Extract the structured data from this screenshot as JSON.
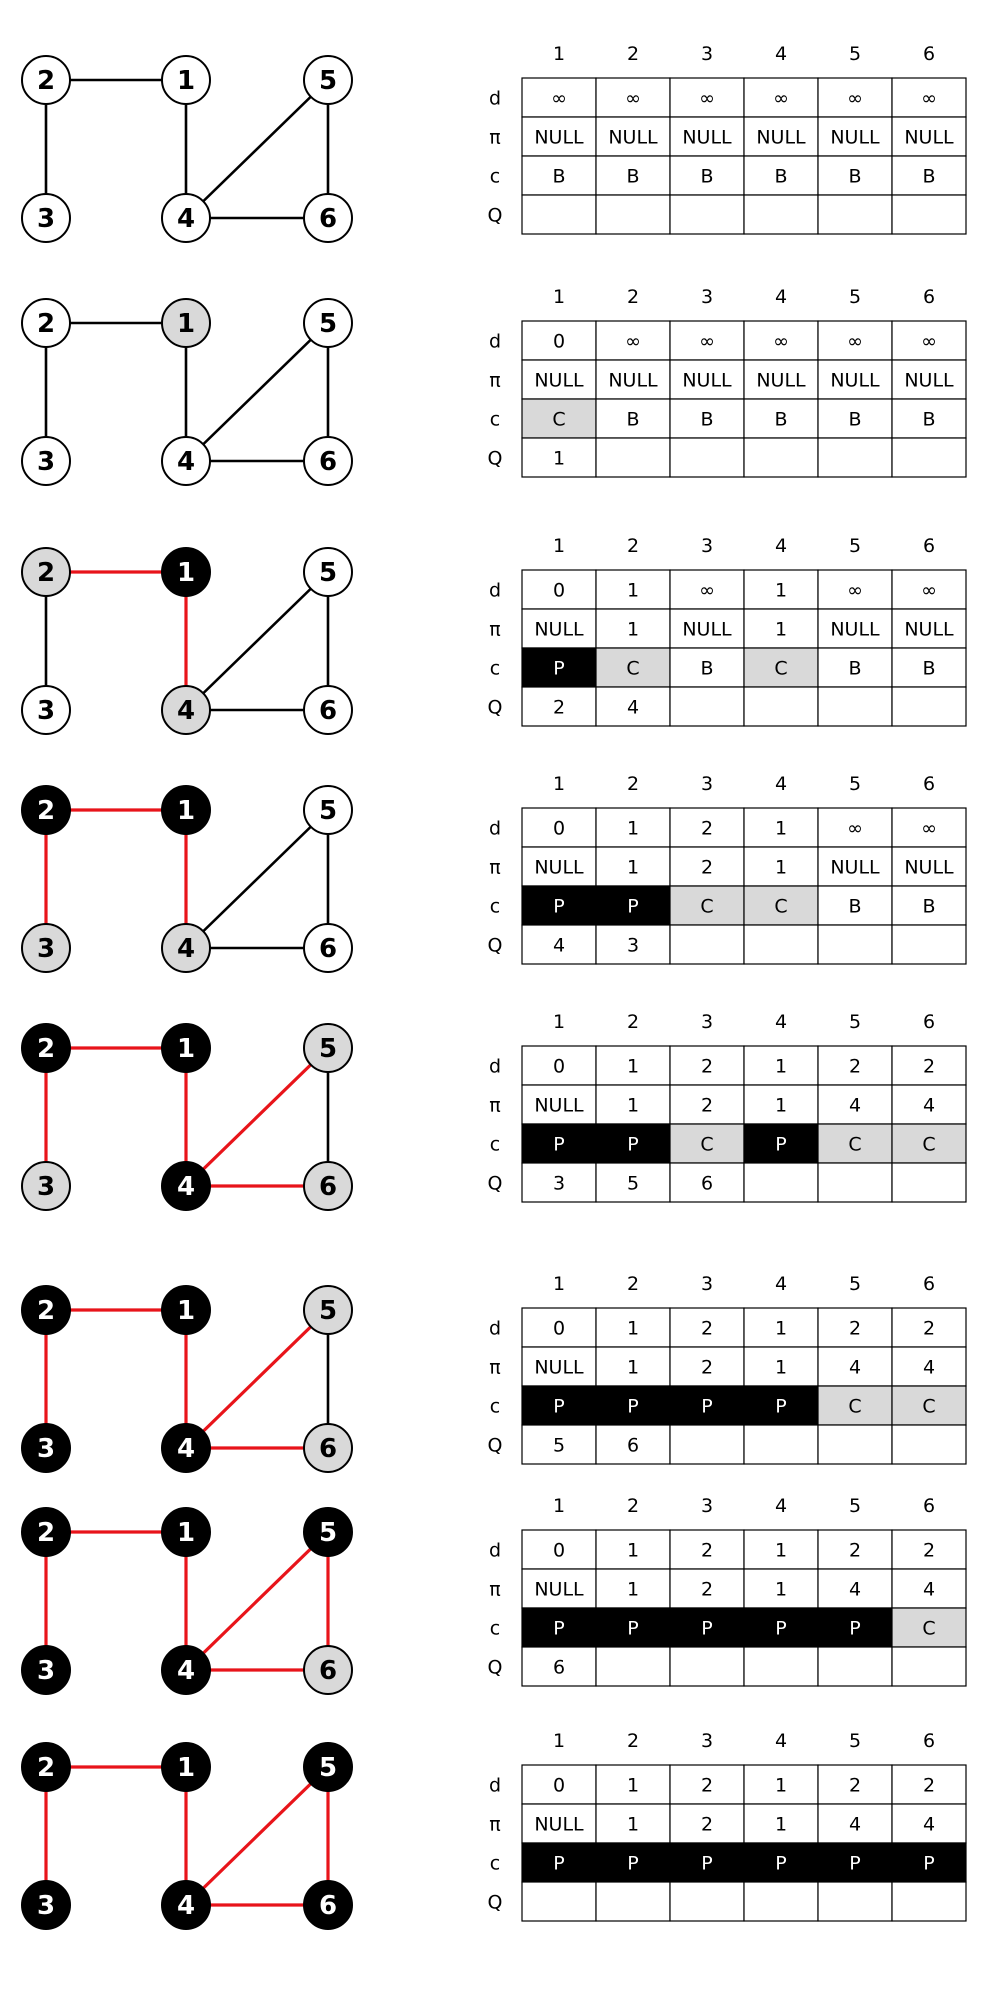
{
  "colors": {
    "white": "#ffffff",
    "gray": "#d9d9d9",
    "black": "#000000",
    "tree_edge": "#e8141a",
    "plain_edge": "#000000",
    "grid": "#000000"
  },
  "vertices": [
    "1",
    "2",
    "3",
    "4",
    "5",
    "6"
  ],
  "edges": [
    [
      "2",
      "1"
    ],
    [
      "2",
      "3"
    ],
    [
      "1",
      "4"
    ],
    [
      "4",
      "5"
    ],
    [
      "4",
      "6"
    ],
    [
      "5",
      "6"
    ]
  ],
  "row_labels": {
    "d": "d",
    "pi": "π",
    "c": "c",
    "q": "Q"
  },
  "column_headers": [
    "1",
    "2",
    "3",
    "4",
    "5",
    "6"
  ],
  "steps": [
    {
      "vertex_colors": [
        "white",
        "white",
        "white",
        "white",
        "white",
        "white"
      ],
      "tree_edges": [],
      "table": {
        "d": [
          "∞",
          "∞",
          "∞",
          "∞",
          "∞",
          "∞"
        ],
        "pi": [
          "NULL",
          "NULL",
          "NULL",
          "NULL",
          "NULL",
          "NULL"
        ],
        "c": [
          "B",
          "B",
          "B",
          "B",
          "B",
          "B"
        ],
        "q": [
          "",
          "",
          "",
          "",
          "",
          ""
        ]
      }
    },
    {
      "vertex_colors": [
        "gray",
        "white",
        "white",
        "white",
        "white",
        "white"
      ],
      "tree_edges": [],
      "table": {
        "d": [
          "0",
          "∞",
          "∞",
          "∞",
          "∞",
          "∞"
        ],
        "pi": [
          "NULL",
          "NULL",
          "NULL",
          "NULL",
          "NULL",
          "NULL"
        ],
        "c": [
          "C",
          "B",
          "B",
          "B",
          "B",
          "B"
        ],
        "q": [
          "1",
          "",
          "",
          "",
          "",
          ""
        ]
      }
    },
    {
      "vertex_colors": [
        "black",
        "gray",
        "white",
        "gray",
        "white",
        "white"
      ],
      "tree_edges": [
        [
          "2",
          "1"
        ],
        [
          "1",
          "4"
        ]
      ],
      "table": {
        "d": [
          "0",
          "1",
          "∞",
          "1",
          "∞",
          "∞"
        ],
        "pi": [
          "NULL",
          "1",
          "NULL",
          "1",
          "NULL",
          "NULL"
        ],
        "c": [
          "P",
          "C",
          "B",
          "C",
          "B",
          "B"
        ],
        "q": [
          "2",
          "4",
          "",
          "",
          "",
          ""
        ]
      }
    },
    {
      "vertex_colors": [
        "black",
        "black",
        "gray",
        "gray",
        "white",
        "white"
      ],
      "tree_edges": [
        [
          "2",
          "1"
        ],
        [
          "1",
          "4"
        ],
        [
          "2",
          "3"
        ]
      ],
      "table": {
        "d": [
          "0",
          "1",
          "2",
          "1",
          "∞",
          "∞"
        ],
        "pi": [
          "NULL",
          "1",
          "2",
          "1",
          "NULL",
          "NULL"
        ],
        "c": [
          "P",
          "P",
          "C",
          "C",
          "B",
          "B"
        ],
        "q": [
          "4",
          "3",
          "",
          "",
          "",
          ""
        ]
      }
    },
    {
      "vertex_colors": [
        "black",
        "black",
        "gray",
        "black",
        "gray",
        "gray"
      ],
      "tree_edges": [
        [
          "2",
          "1"
        ],
        [
          "1",
          "4"
        ],
        [
          "2",
          "3"
        ],
        [
          "4",
          "5"
        ],
        [
          "4",
          "6"
        ]
      ],
      "table": {
        "d": [
          "0",
          "1",
          "2",
          "1",
          "2",
          "2"
        ],
        "pi": [
          "NULL",
          "1",
          "2",
          "1",
          "4",
          "4"
        ],
        "c": [
          "P",
          "P",
          "C",
          "P",
          "C",
          "C"
        ],
        "q": [
          "3",
          "5",
          "6",
          "",
          "",
          ""
        ]
      }
    },
    {
      "vertex_colors": [
        "black",
        "black",
        "black",
        "black",
        "gray",
        "gray"
      ],
      "tree_edges": [
        [
          "2",
          "1"
        ],
        [
          "1",
          "4"
        ],
        [
          "2",
          "3"
        ],
        [
          "4",
          "5"
        ],
        [
          "4",
          "6"
        ]
      ],
      "table": {
        "d": [
          "0",
          "1",
          "2",
          "1",
          "2",
          "2"
        ],
        "pi": [
          "NULL",
          "1",
          "2",
          "1",
          "4",
          "4"
        ],
        "c": [
          "P",
          "P",
          "P",
          "P",
          "C",
          "C"
        ],
        "q": [
          "5",
          "6",
          "",
          "",
          "",
          ""
        ]
      }
    },
    {
      "vertex_colors": [
        "black",
        "black",
        "black",
        "black",
        "black",
        "gray"
      ],
      "tree_edges": [
        [
          "2",
          "1"
        ],
        [
          "1",
          "4"
        ],
        [
          "2",
          "3"
        ],
        [
          "4",
          "5"
        ],
        [
          "4",
          "6"
        ],
        [
          "5",
          "6"
        ]
      ],
      "table": {
        "d": [
          "0",
          "1",
          "2",
          "1",
          "2",
          "2"
        ],
        "pi": [
          "NULL",
          "1",
          "2",
          "1",
          "4",
          "4"
        ],
        "c": [
          "P",
          "P",
          "P",
          "P",
          "P",
          "C"
        ],
        "q": [
          "6",
          "",
          "",
          "",
          "",
          ""
        ]
      }
    },
    {
      "vertex_colors": [
        "black",
        "black",
        "black",
        "black",
        "black",
        "black"
      ],
      "tree_edges": [
        [
          "2",
          "1"
        ],
        [
          "1",
          "4"
        ],
        [
          "2",
          "3"
        ],
        [
          "4",
          "5"
        ],
        [
          "4",
          "6"
        ],
        [
          "5",
          "6"
        ]
      ],
      "table": {
        "d": [
          "0",
          "1",
          "2",
          "1",
          "2",
          "2"
        ],
        "pi": [
          "NULL",
          "1",
          "2",
          "1",
          "4",
          "4"
        ],
        "c": [
          "P",
          "P",
          "P",
          "P",
          "P",
          "P"
        ],
        "q": [
          "",
          "",
          "",
          "",
          "",
          ""
        ]
      }
    }
  ]
}
